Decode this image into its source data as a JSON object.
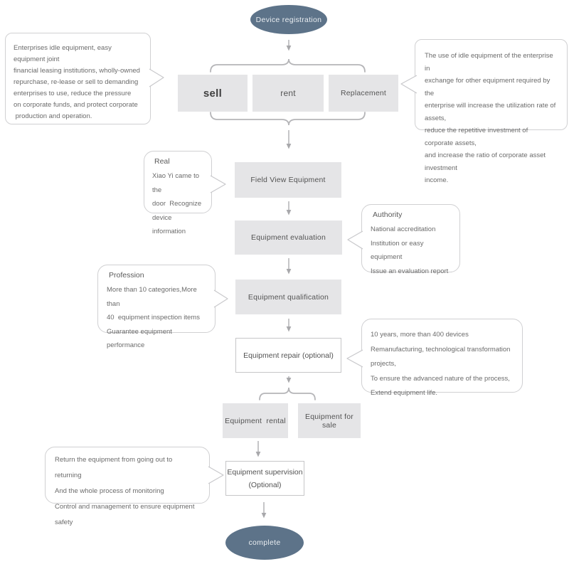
{
  "palette": {
    "ellipse_fill": "#5d7389",
    "ellipse_text": "#e9edf1",
    "box_fill": "#e5e5e7",
    "box_text": "#535353",
    "outline_border": "#c6c6c8",
    "callout_border": "#d0d0d2",
    "callout_text": "#6b6b6b",
    "connector": "#aeaeb1"
  },
  "nodes": {
    "start": "Device registration",
    "sell": "sell",
    "rent": "rent",
    "replacement": "Replacement",
    "field_view": "Field View Equipment",
    "evaluation": "Equipment evaluation",
    "qualification": "Equipment qualification",
    "repair": "Equipment repair (optional)",
    "rental": "Equipment  rental",
    "sale": "Equipment for sale",
    "supervision_line1": "Equipment supervision",
    "supervision_line2": "(Optional)",
    "end": "complete"
  },
  "callouts": {
    "sell_note": {
      "lines": [
        "Enterprises idle equipment, easy equipment joint",
        "financial leasing institutions, wholly-owned",
        "repurchase, re-lease or sell to demanding",
        "enterprises to use, reduce the pressure",
        "on corporate funds, and protect corporate",
        " production and operation."
      ]
    },
    "replacement_note": {
      "lines": [
        "The use of idle equipment of the enterprise in",
        "exchange for other equipment required by the",
        "enterprise will increase the utilization rate of assets,",
        "reduce the repetitive investment of corporate assets,",
        "and increase the ratio of corporate asset investment",
        "income."
      ]
    },
    "real": {
      "title": "Real",
      "lines": [
        "Xiao Yi came to the",
        "door  Recognize",
        "device information"
      ]
    },
    "authority": {
      "title": "Authority",
      "lines": [
        "National accreditation",
        "Institution or easy equipment",
        "Issue an evaluation report"
      ]
    },
    "profession": {
      "title": "Profession",
      "lines": [
        "More than 10 categories,More than",
        "40  equipment inspection items",
        "Guarantee equipment performance"
      ]
    },
    "repair_note": {
      "lines": [
        "10 years, more than 400 devices",
        "Remanufacturing, technological transformation projects,",
        "To ensure the advanced nature of the process,",
        "Extend equipment life."
      ]
    },
    "supervision_note": {
      "lines": [
        "Return the equipment from going out to returning",
        "And the whole process of monitoring",
        "Control and management to ensure equipment safety"
      ]
    }
  }
}
